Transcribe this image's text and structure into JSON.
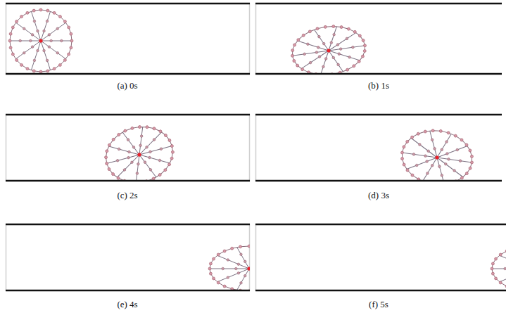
{
  "diagram": {
    "labels": [
      "(a) 0s",
      "(b) 1s",
      "(c) 2s",
      "(d) 3s",
      "(e) 4s",
      "(f) 5s"
    ]
  }
}
